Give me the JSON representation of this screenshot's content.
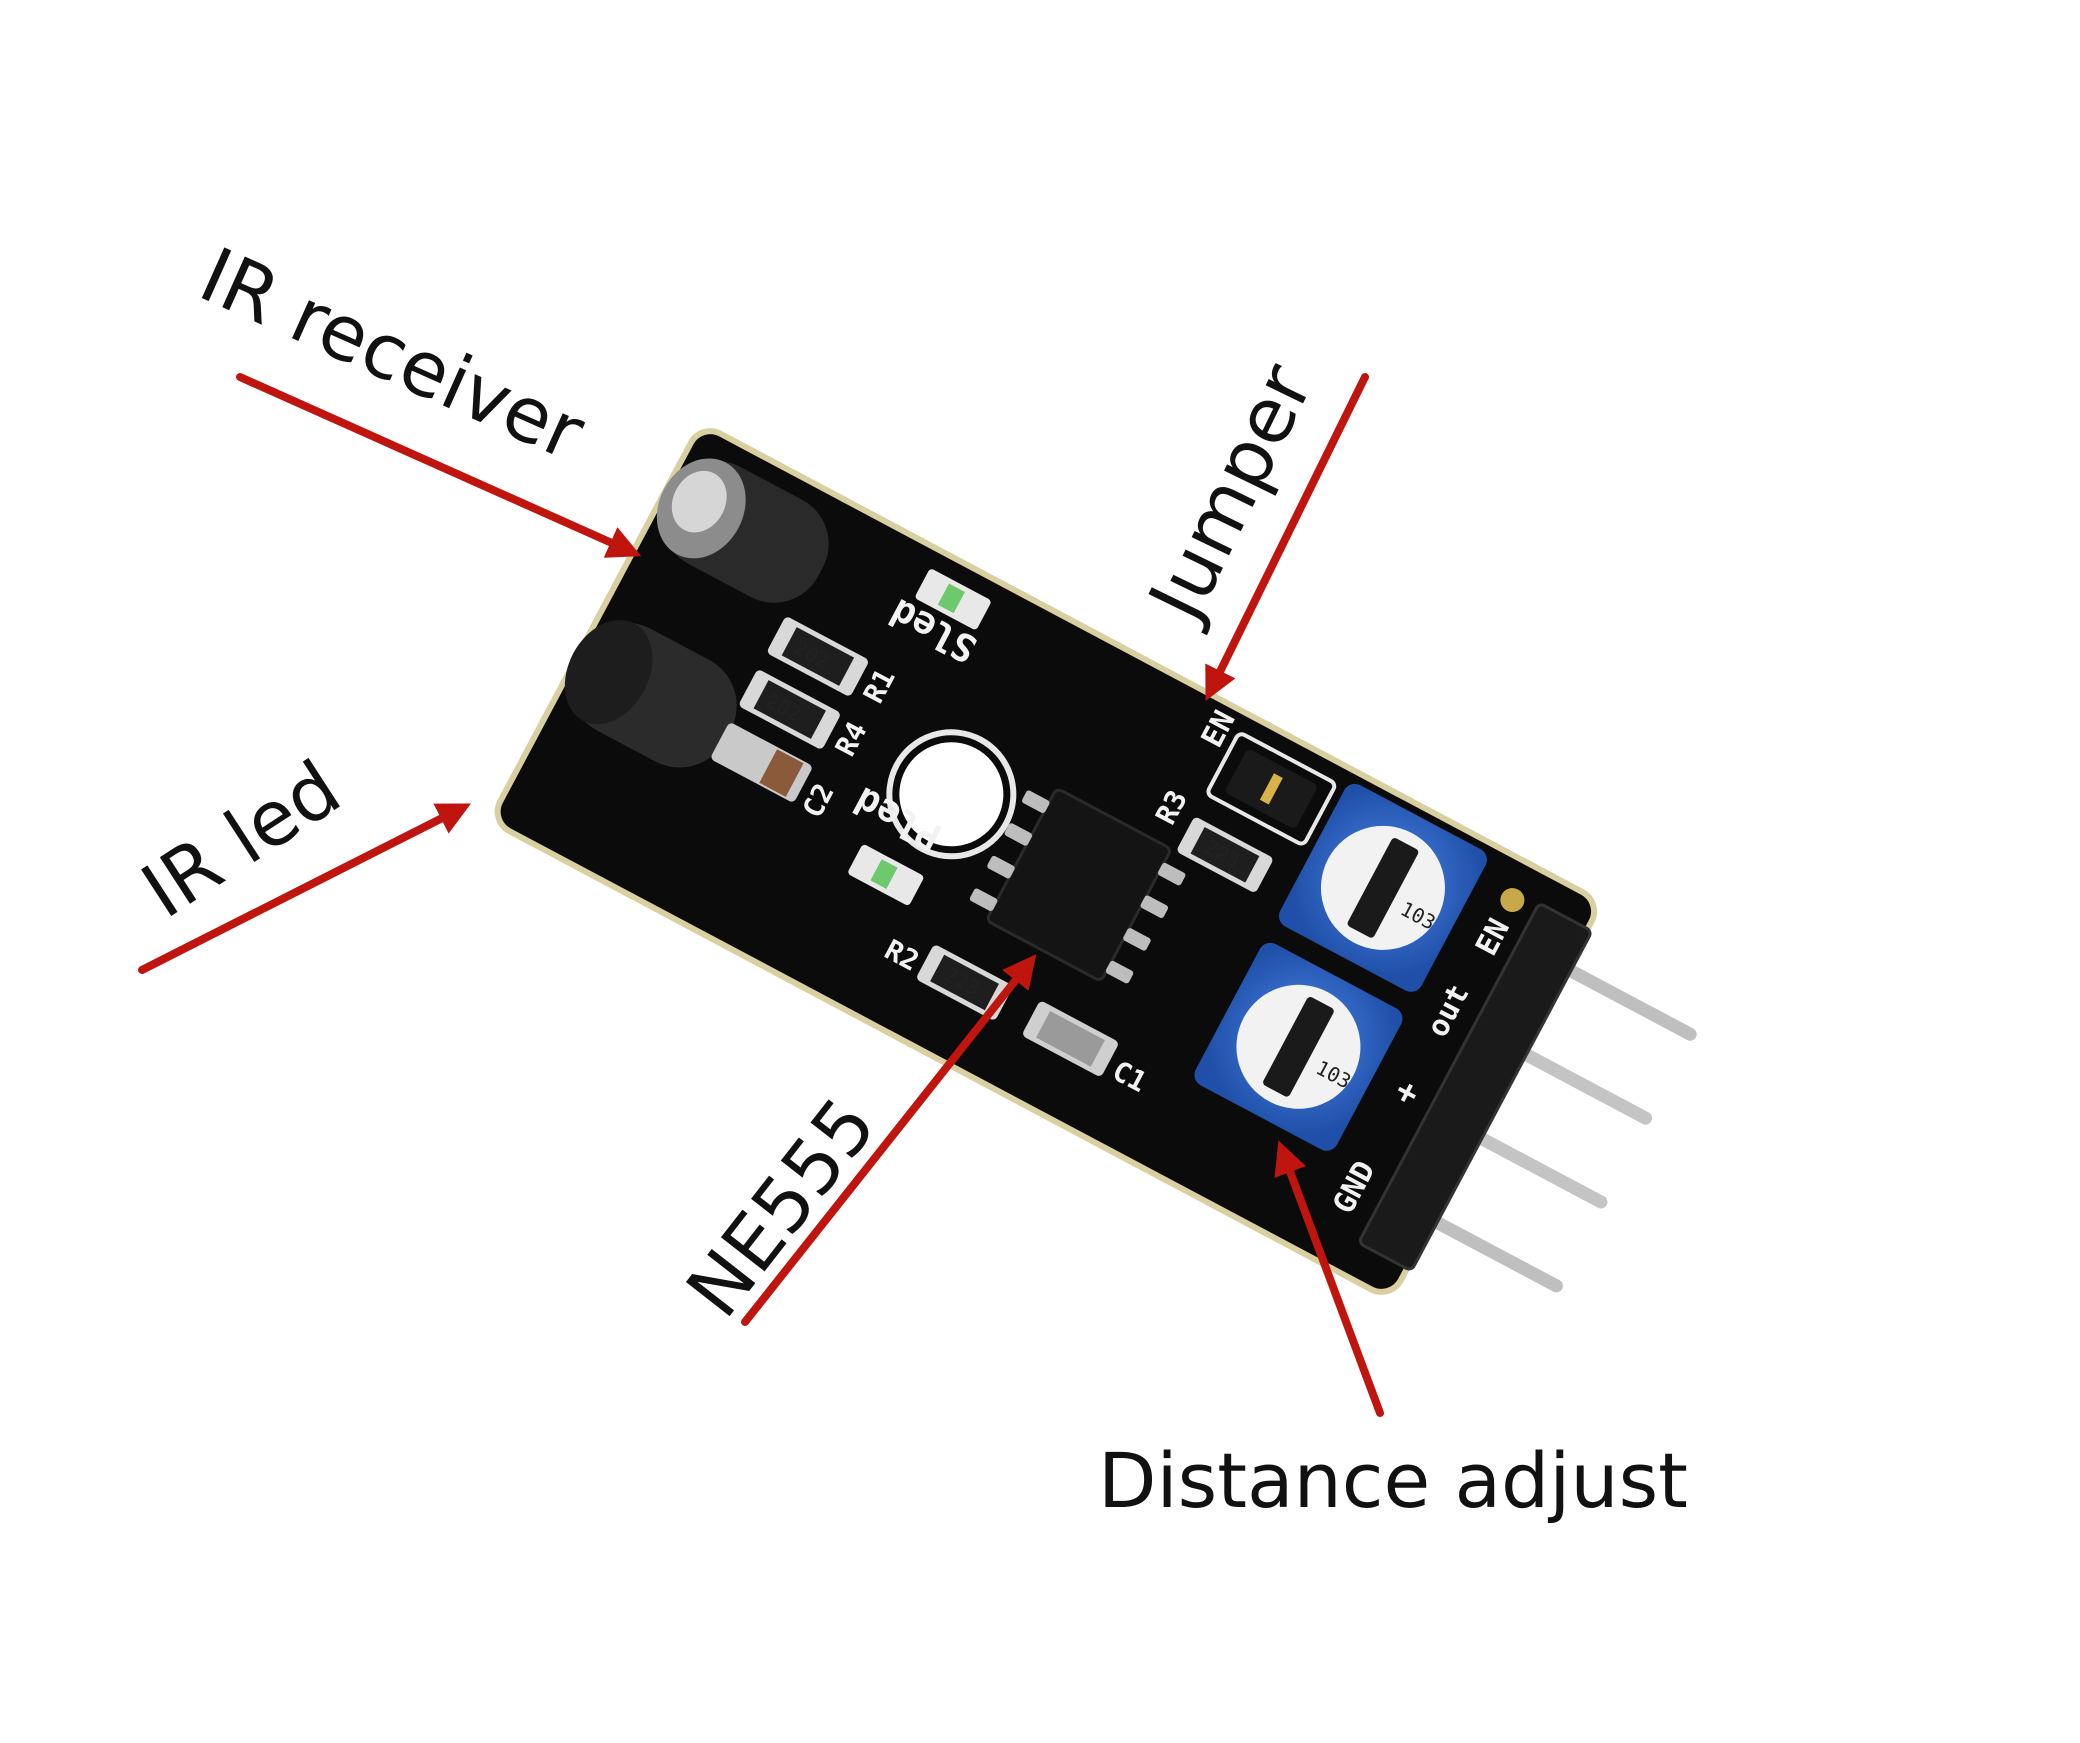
{
  "annotations": {
    "ir_receiver": "IR receiver",
    "ir_led": "IR led",
    "jumper": "Jumper",
    "ne555": "NE555",
    "distance_adjust": "Distance adjust"
  },
  "board": {
    "silkscreen": {
      "sled": "Sled",
      "pled": "Pled",
      "r1": "R1",
      "r2": "R2",
      "r3": "R3",
      "r4": "R4",
      "c1": "C1",
      "c2": "C2",
      "en_jumper": "EN",
      "pin_en": "EN",
      "pin_out": "out",
      "pin_vcc": "+",
      "pin_gnd": "GND"
    },
    "smd_markings": {
      "r1": "202",
      "r4": "202",
      "r3": "223",
      "r2": "223",
      "pot1": "103",
      "pot2": "103"
    }
  },
  "colors": {
    "arrow": "#c0150f",
    "pcb": "#0b0b0b",
    "pot_blue": "#2f6fd0",
    "background": "#ffffff"
  }
}
